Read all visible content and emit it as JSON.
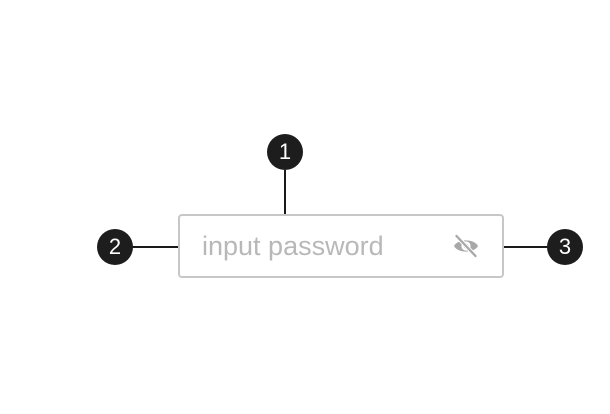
{
  "password_field": {
    "placeholder": "input password",
    "value": "",
    "visibility_icon": "eye-off-icon"
  },
  "callouts": [
    {
      "label": "1"
    },
    {
      "label": "2"
    },
    {
      "label": "3"
    }
  ],
  "colors": {
    "badge": "#1d1d1d",
    "border": "#c7c7c7",
    "placeholder": "#b8b8b8",
    "icon": "#a8a8a8"
  }
}
